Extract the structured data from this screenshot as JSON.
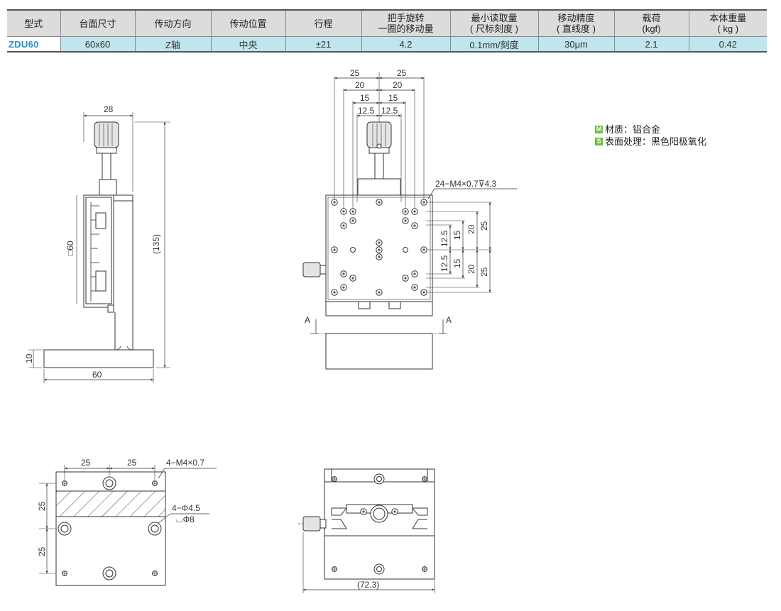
{
  "spec_table": {
    "headers": [
      [
        "型式"
      ],
      [
        "台面尺寸"
      ],
      [
        "传动方向"
      ],
      [
        "传动位置"
      ],
      [
        "行程"
      ],
      [
        "把手旋转",
        "一圈的移动量"
      ],
      [
        "最小读取量",
        "( 尺标刻度 )"
      ],
      [
        "移动精度",
        "( 直线度 )"
      ],
      [
        "载荷",
        "(kgf)"
      ],
      [
        "本体重量",
        "( kg )"
      ]
    ],
    "row": [
      "ZDU60",
      "60x60",
      "Z轴",
      "中央",
      "±21",
      "4.2",
      "0.1mm/刻度",
      "30μm",
      "2.1",
      "0.42"
    ]
  },
  "legend": {
    "material": {
      "badge": "M",
      "text": "材质：铝合金"
    },
    "surface": {
      "badge": "S",
      "text": "表面处理：黑色阳极氧化"
    }
  },
  "drawings": {
    "side_view": {
      "dims": {
        "top_width": "28",
        "height": "(135)",
        "table_size": "□60",
        "base_thickness": "10",
        "base_width": "60"
      }
    },
    "top_view": {
      "dims": {
        "h_25": "25",
        "h_20": "20",
        "h_15": "15",
        "h_12_5": "12.5",
        "v_25": "25",
        "v_20": "20",
        "v_15": "15",
        "v_12_5": "12.5",
        "holes_note": "24−M4×0.7⊽4.3",
        "section_a": "A"
      }
    },
    "bottom_view": {
      "dims": {
        "pitch_x": "25",
        "pitch_y": "25",
        "tap_note": "4−M4×0.7",
        "cbore_note": "4−Φ4.5",
        "cbore_depth": "⌴Φ8"
      }
    },
    "front_view": {
      "dims": {
        "overall_width": "(72.3)"
      }
    }
  },
  "colors": {
    "header_bg": "#dcdcdc",
    "row_bg": "#bfe6ec",
    "model_text": "#2a8fcf",
    "badge": "#6cbf3a"
  }
}
